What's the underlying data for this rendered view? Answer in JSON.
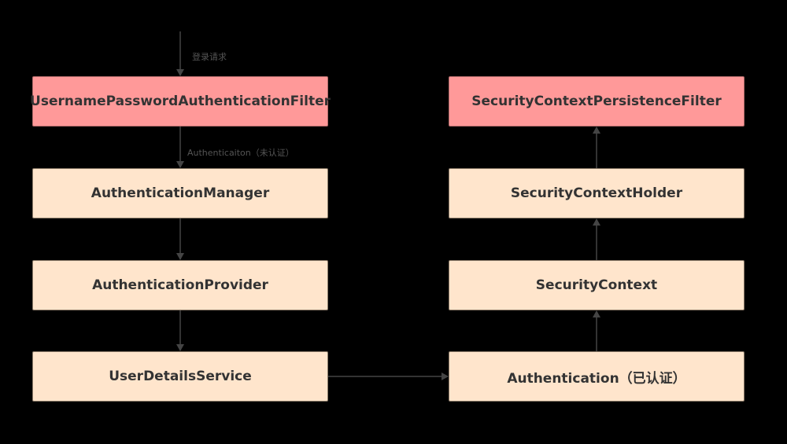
{
  "diagram": {
    "nodes": {
      "username_password_filter": "UsernamePasswordAuthenticationFilter",
      "authentication_manager": "AuthenticationManager",
      "authentication_provider": "AuthenticationProvider",
      "user_details_service": "UserDetailsService",
      "security_context_persistence_filter": "SecurityContextPersistenceFilter",
      "security_context_holder": "SecurityContextHolder",
      "security_context": "SecurityContext",
      "authentication_authenticated": "Authentication（已认证）"
    },
    "edge_labels": {
      "login_request": "登录请求",
      "authentication_unauthenticated": "Authenticaiton（未认证）"
    },
    "colors": {
      "background": "#000000",
      "filter_fill": "#ff9999",
      "component_fill": "#ffe5cc",
      "arrow": "#444444"
    }
  }
}
